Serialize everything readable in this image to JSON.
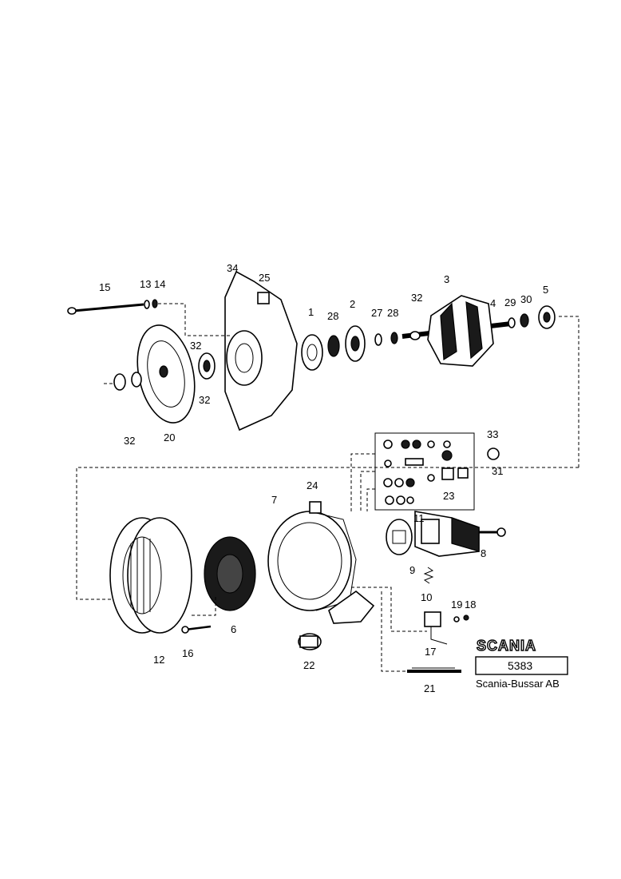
{
  "callouts": [
    {
      "id": "c15",
      "label": "15"
    },
    {
      "id": "c13",
      "label": "13"
    },
    {
      "id": "c14",
      "label": "14"
    },
    {
      "id": "c34",
      "label": "34"
    },
    {
      "id": "c25",
      "label": "25"
    },
    {
      "id": "c3",
      "label": "3"
    },
    {
      "id": "c1",
      "label": "1"
    },
    {
      "id": "c28a",
      "label": "28"
    },
    {
      "id": "c2",
      "label": "2"
    },
    {
      "id": "c27",
      "label": "27"
    },
    {
      "id": "c28b",
      "label": "28"
    },
    {
      "id": "c32a",
      "label": "32"
    },
    {
      "id": "c4",
      "label": "4"
    },
    {
      "id": "c29",
      "label": "29"
    },
    {
      "id": "c30",
      "label": "30"
    },
    {
      "id": "c5",
      "label": "5"
    },
    {
      "id": "c32b",
      "label": "32"
    },
    {
      "id": "c32c",
      "label": "32"
    },
    {
      "id": "c32d",
      "label": "32"
    },
    {
      "id": "c20",
      "label": "20"
    },
    {
      "id": "c33",
      "label": "33"
    },
    {
      "id": "c31",
      "label": "31"
    },
    {
      "id": "c24",
      "label": "24"
    },
    {
      "id": "c7",
      "label": "7"
    },
    {
      "id": "c23",
      "label": "23"
    },
    {
      "id": "c11",
      "label": "11"
    },
    {
      "id": "c8",
      "label": "8"
    },
    {
      "id": "c9",
      "label": "9"
    },
    {
      "id": "c10",
      "label": "10"
    },
    {
      "id": "c19",
      "label": "19"
    },
    {
      "id": "c18",
      "label": "18"
    },
    {
      "id": "c6",
      "label": "6"
    },
    {
      "id": "c12",
      "label": "12"
    },
    {
      "id": "c16",
      "label": "16"
    },
    {
      "id": "c17",
      "label": "17"
    },
    {
      "id": "c22",
      "label": "22"
    },
    {
      "id": "c21",
      "label": "21"
    }
  ],
  "brand": {
    "logo_text": "SCANIA",
    "drawing_number": "5383",
    "company": "Scania-Bussar AB"
  }
}
